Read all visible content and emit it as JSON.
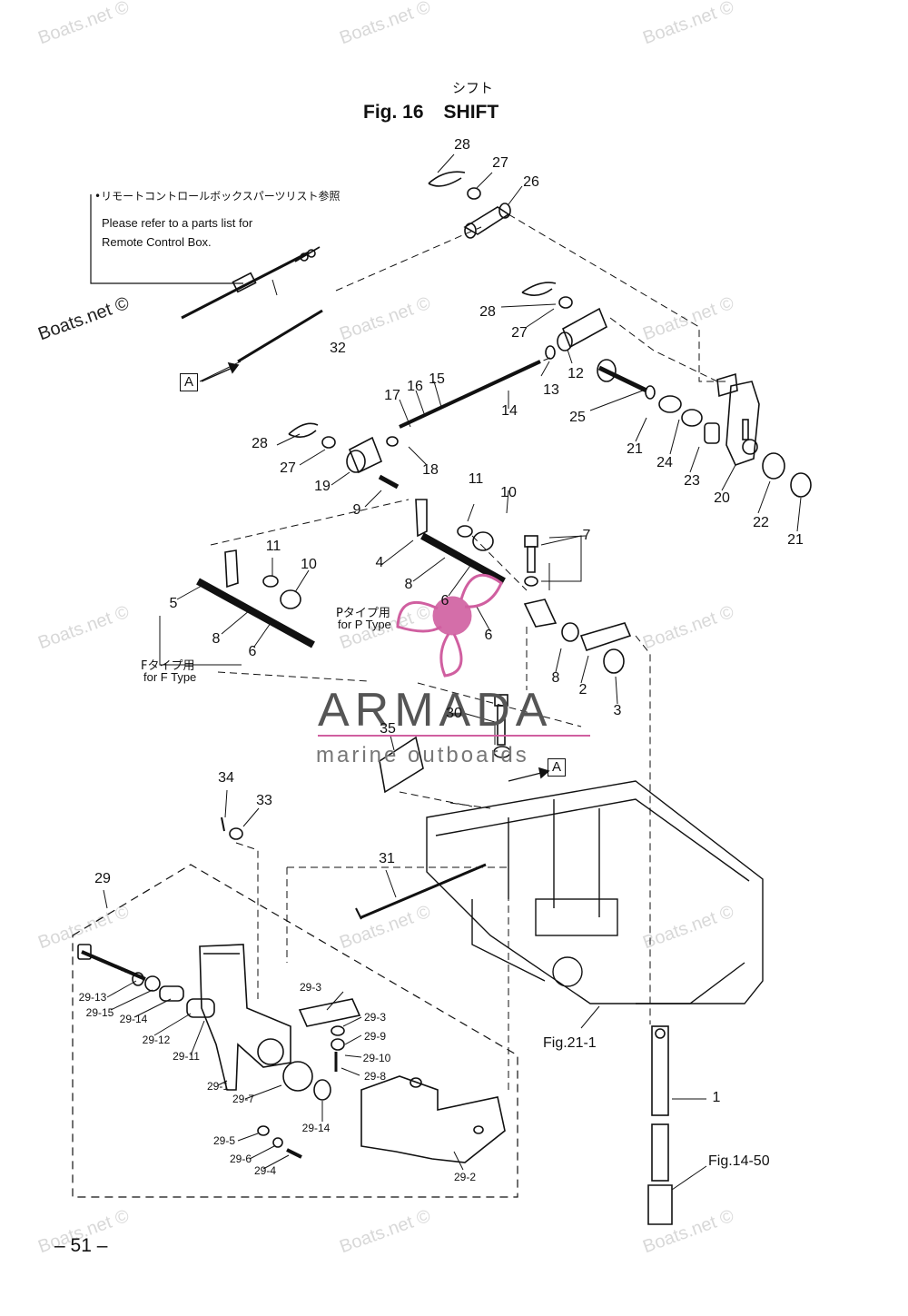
{
  "title": {
    "jp": "シフト",
    "fig": "Fig. 16",
    "name": "SHIFT"
  },
  "note": {
    "jp": "•リモートコントロールボックスパーツリスト参照",
    "line1": "Please refer to a parts list for",
    "line2": "Remote Control Box."
  },
  "ref_marks": {
    "a": "A"
  },
  "type_labels": {
    "p_jp": "Pタイプ用",
    "p_en": "for P Type",
    "f_jp": "Fタイプ用",
    "f_en": "for F Type"
  },
  "fig_refs": [
    "Fig.21-1",
    "Fig.14-50"
  ],
  "brand": {
    "name": "ARMADA",
    "tagline": "marine outboards"
  },
  "watermark": "Boats.net ©",
  "page_number": "– 51 –",
  "part_labels": [
    "28",
    "27",
    "26",
    "32",
    "28",
    "27",
    "12",
    "13",
    "14",
    "15",
    "16",
    "17",
    "25",
    "21",
    "24",
    "23",
    "20",
    "22",
    "21",
    "28",
    "27",
    "19",
    "18",
    "9",
    "11",
    "10",
    "7",
    "11",
    "10",
    "4",
    "8",
    "6",
    "5",
    "8",
    "6",
    "6",
    "8",
    "2",
    "3",
    "30",
    "35",
    "34",
    "33",
    "31",
    "29",
    "1",
    "29-3",
    "29-3",
    "29-9",
    "29-10",
    "29-8",
    "29-13",
    "29-15",
    "29-14",
    "29-12",
    "29-11",
    "29-1",
    "29-7",
    "29-14",
    "29-5",
    "29-6",
    "29-4",
    "29-2"
  ]
}
